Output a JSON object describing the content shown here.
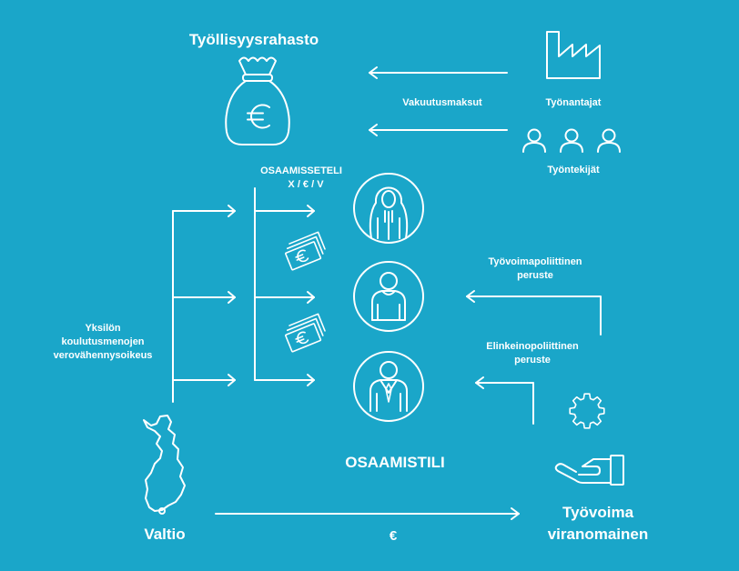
{
  "colors": {
    "background": "#1aa6c9",
    "foreground": "#ffffff"
  },
  "labels": {
    "fund": "Työllisyysrahasto",
    "insurance_payments": "Vakuutusmaksut",
    "employers": "Työnantajat",
    "employees": "Työntekijät",
    "voucher": [
      "OSAAMISSETELI",
      "X / € / V"
    ],
    "tax_deduction": [
      "Yksilön",
      "koulutusmenojen",
      "verovähennysoikeus"
    ],
    "account": "OSAAMISTILI",
    "labour_basis": [
      "Työvoimapoliittinen",
      "peruste"
    ],
    "industrial_basis": [
      "Elinkeinopoliittinen",
      "peruste"
    ],
    "state": "Valtio",
    "euro": "€",
    "authority": [
      "Työvoima",
      "viranomainen"
    ]
  },
  "icons": {
    "fund": "money-bag-icon",
    "employers": "factory-icon",
    "employees": "people-icon",
    "voucher_money": "banknotes-icon",
    "persons": [
      "hooded-person-icon",
      "person-icon",
      "business-person-icon"
    ],
    "state": "finland-map-icon",
    "authority": [
      "gear-icon",
      "open-hand-icon"
    ]
  }
}
